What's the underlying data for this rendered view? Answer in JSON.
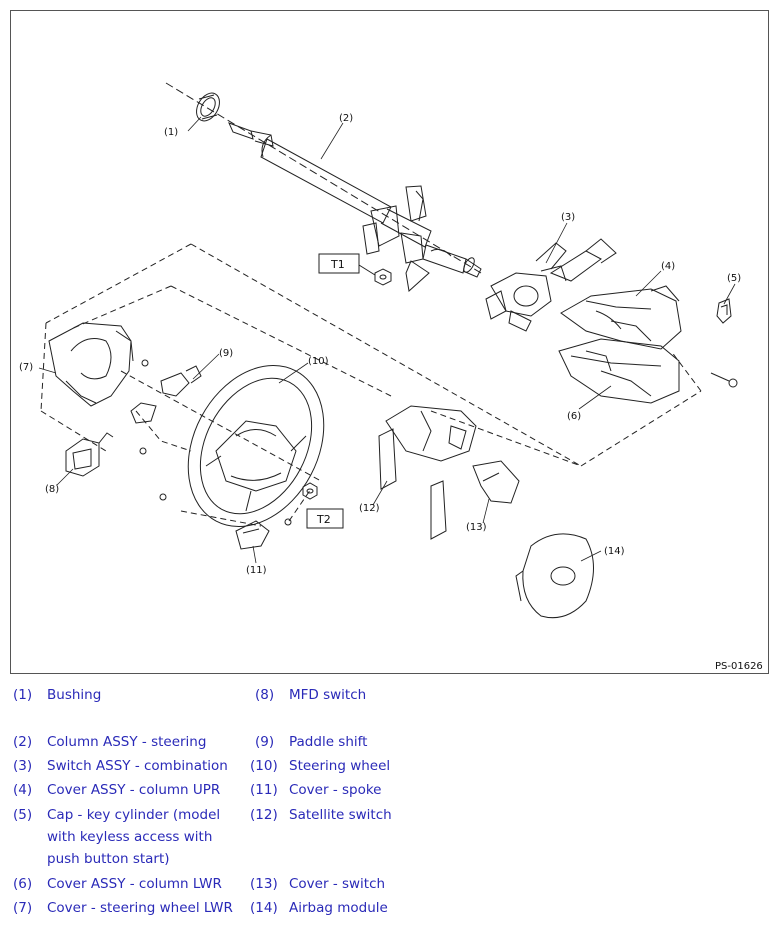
{
  "figure": {
    "code": "PS-01626",
    "callouts": [
      {
        "id": "1",
        "label": "(1)"
      },
      {
        "id": "2",
        "label": "(2)"
      },
      {
        "id": "3",
        "label": "(3)"
      },
      {
        "id": "4",
        "label": "(4)"
      },
      {
        "id": "5",
        "label": "(5)"
      },
      {
        "id": "6",
        "label": "(6)"
      },
      {
        "id": "7",
        "label": "(7)"
      },
      {
        "id": "8",
        "label": "(8)"
      },
      {
        "id": "9",
        "label": "(9)"
      },
      {
        "id": "10",
        "label": "(10)"
      },
      {
        "id": "11",
        "label": "(11)"
      },
      {
        "id": "12",
        "label": "(12)"
      },
      {
        "id": "13",
        "label": "(13)"
      },
      {
        "id": "14",
        "label": "(14)"
      }
    ],
    "torque": [
      "T1",
      "T2"
    ]
  },
  "legend": {
    "left": [
      {
        "num": "(1)",
        "text": "Bushing"
      },
      {
        "num": "(2)",
        "text": "Column ASSY - steering"
      },
      {
        "num": "(3)",
        "text": "Switch ASSY - combination"
      },
      {
        "num": "(4)",
        "text": "Cover ASSY - column UPR"
      },
      {
        "num": "(5)",
        "text": "Cap - key cylinder (model with keyless access with push button start)"
      },
      {
        "num": "(6)",
        "text": "Cover ASSY - column LWR"
      },
      {
        "num": "(7)",
        "text": "Cover - steering wheel LWR"
      }
    ],
    "right": [
      {
        "num": "(8)",
        "text": "MFD switch"
      },
      {
        "num": "(9)",
        "text": "Paddle shift"
      },
      {
        "num": "(10)",
        "text": "Steering wheel"
      },
      {
        "num": "(11)",
        "text": "Cover - spoke"
      },
      {
        "num": "(12)",
        "text": "Satellite switch"
      },
      {
        "num": "(13)",
        "text": "Cover - switch"
      },
      {
        "num": "(14)",
        "text": "Airbag module"
      }
    ]
  }
}
